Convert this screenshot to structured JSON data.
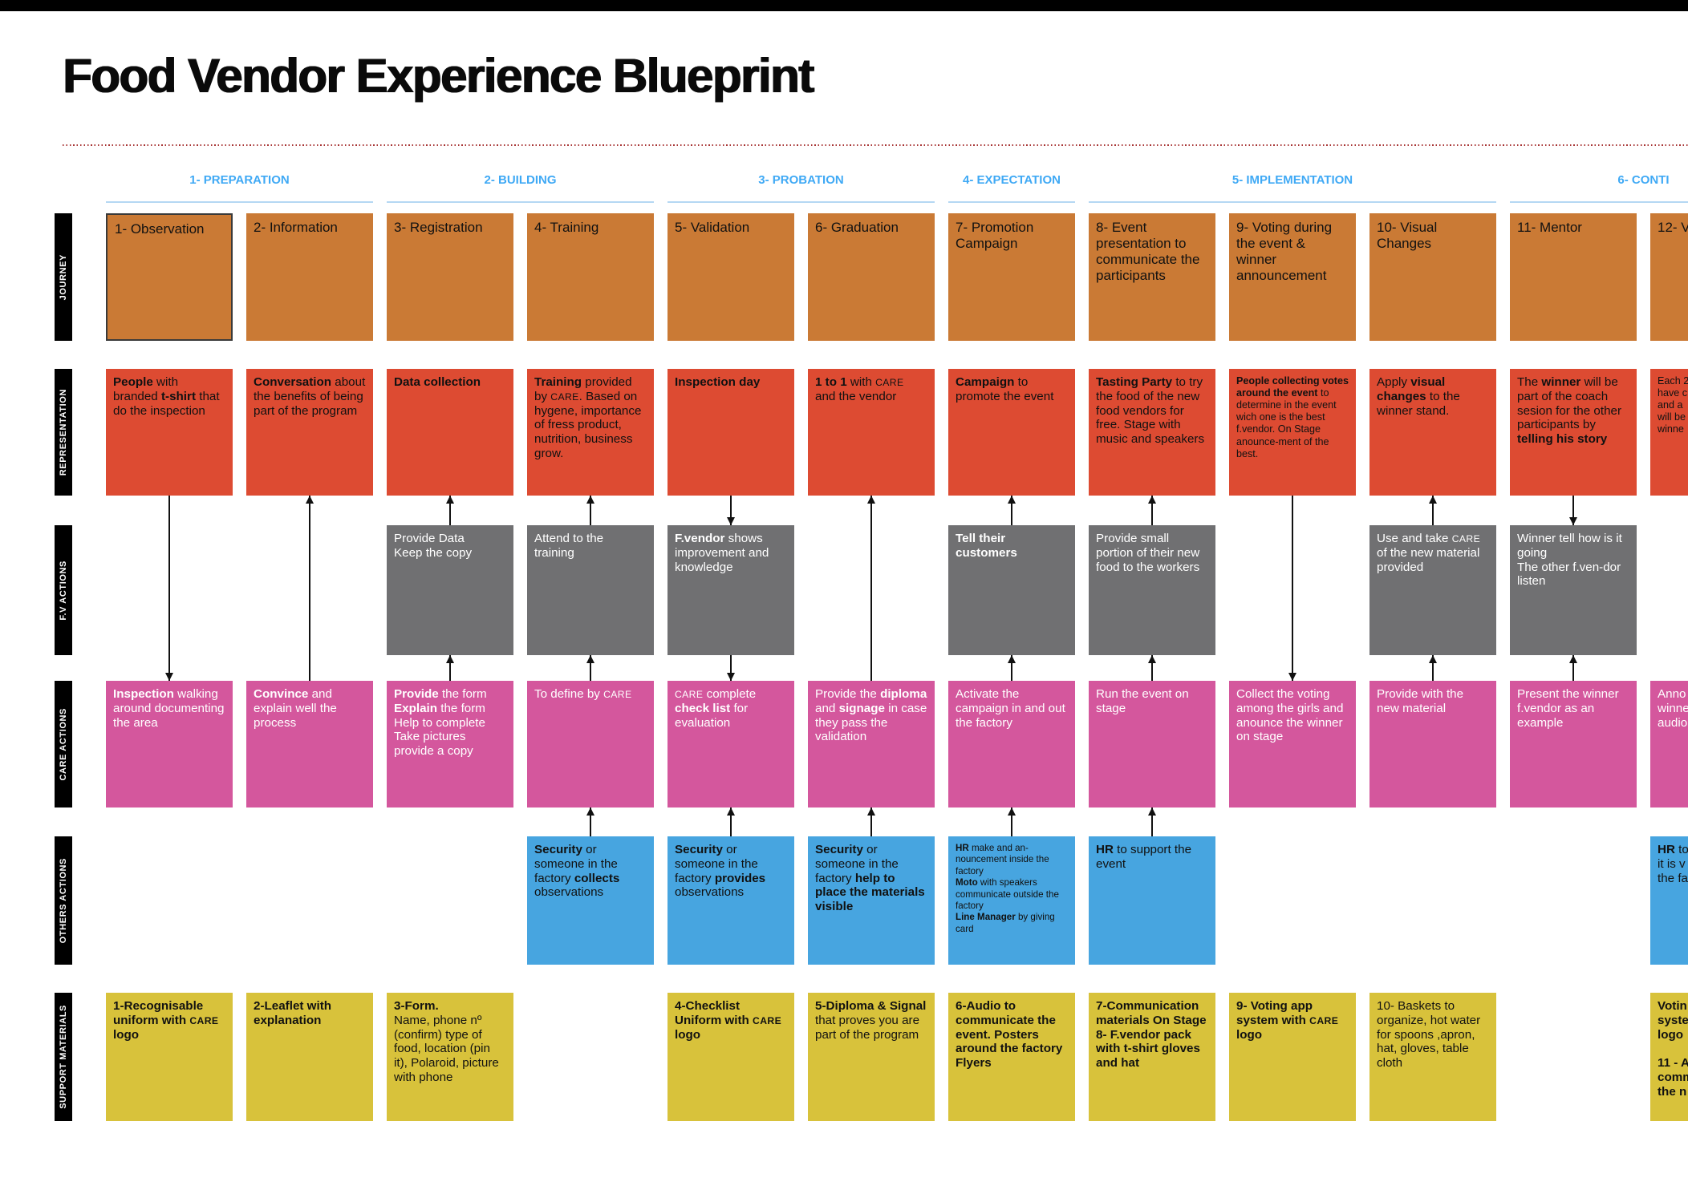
{
  "title": "Food Vendor Experience Blueprint",
  "colors": {
    "journey": "#ca7a35",
    "representation": "#dd4b32",
    "fv": "#707072",
    "care": "#d4579d",
    "others": "#47a5e0",
    "support": "#d8c23b",
    "phase_text": "#3fa9f5",
    "phase_underline": "#b5d8f3",
    "divider_dots": "#a83636",
    "top_bar": "#000000",
    "row_label_bg": "#000000",
    "row_label_text": "#ffffff",
    "arrow": "#111111"
  },
  "rows": [
    {
      "id": "journey",
      "label": "JOURNEY"
    },
    {
      "id": "representation",
      "label": "REPRESENTATION"
    },
    {
      "id": "fv",
      "label": "F.V ACTIONS"
    },
    {
      "id": "care",
      "label": "CARE ACTIONS"
    },
    {
      "id": "others",
      "label": "OTHERS ACTIONS"
    },
    {
      "id": "support",
      "label": "SUPPORT MATERIALS"
    }
  ],
  "phases": [
    {
      "label": "1- PREPARATION",
      "from": 1,
      "to": 2
    },
    {
      "label": "2- BUILDING",
      "from": 3,
      "to": 4
    },
    {
      "label": "3- PROBATION",
      "from": 5,
      "to": 6
    },
    {
      "label": "4- EXPECTATION",
      "from": 7,
      "to": 7
    },
    {
      "label": "5- IMPLEMENTATION",
      "from": 8,
      "to": 10
    },
    {
      "label": "6- CONTI",
      "from": 11,
      "to": 12
    }
  ],
  "boxes": [
    {
      "row": "journey",
      "col": 1,
      "selected": true,
      "seg": [
        {
          "t": "1- Observation"
        }
      ]
    },
    {
      "row": "journey",
      "col": 2,
      "seg": [
        {
          "t": "2- Information"
        }
      ]
    },
    {
      "row": "journey",
      "col": 3,
      "seg": [
        {
          "t": "3- Registration"
        }
      ]
    },
    {
      "row": "journey",
      "col": 4,
      "seg": [
        {
          "t": "4- Training"
        }
      ]
    },
    {
      "row": "journey",
      "col": 5,
      "seg": [
        {
          "t": "5- Validation"
        }
      ]
    },
    {
      "row": "journey",
      "col": 6,
      "seg": [
        {
          "t": "6- Graduation"
        }
      ]
    },
    {
      "row": "journey",
      "col": 7,
      "seg": [
        {
          "t": "7- Promotion Campaign"
        }
      ]
    },
    {
      "row": "journey",
      "col": 8,
      "seg": [
        {
          "t": "8- Event presentation to communicate the participants"
        }
      ]
    },
    {
      "row": "journey",
      "col": 9,
      "seg": [
        {
          "t": "9- Voting during the event & winner announcement"
        }
      ]
    },
    {
      "row": "journey",
      "col": 10,
      "seg": [
        {
          "t": "10- Visual Changes"
        }
      ]
    },
    {
      "row": "journey",
      "col": 11,
      "seg": [
        {
          "t": "11- Mentor"
        }
      ]
    },
    {
      "row": "journey",
      "col": 12,
      "seg": [
        {
          "t": "12- V"
        }
      ]
    },
    {
      "row": "representation",
      "col": 1,
      "seg": [
        {
          "t": "People",
          "b": 1
        },
        {
          "t": " with branded "
        },
        {
          "t": "t-shirt",
          "b": 1
        },
        {
          "t": " that do the inspection"
        }
      ]
    },
    {
      "row": "representation",
      "col": 2,
      "seg": [
        {
          "t": "Conversation",
          "b": 1
        },
        {
          "t": " about the benefits of being part of the program"
        }
      ]
    },
    {
      "row": "representation",
      "col": 3,
      "seg": [
        {
          "t": "Data collection",
          "b": 1
        }
      ]
    },
    {
      "row": "representation",
      "col": 4,
      "seg": [
        {
          "t": "Training",
          "b": 1
        },
        {
          "t": " provided by "
        },
        {
          "t": "CARE",
          "c": 1
        },
        {
          "t": ". Based on hygene, importance of fress product, nutrition, business grow."
        }
      ]
    },
    {
      "row": "representation",
      "col": 5,
      "seg": [
        {
          "t": "Inspection day",
          "b": 1
        }
      ]
    },
    {
      "row": "representation",
      "col": 6,
      "seg": [
        {
          "t": "1 to 1",
          "b": 1
        },
        {
          "t": " with "
        },
        {
          "t": "CARE",
          "c": 1
        },
        {
          "t": " and the vendor"
        }
      ]
    },
    {
      "row": "representation",
      "col": 7,
      "seg": [
        {
          "t": "Campaign",
          "b": 1
        },
        {
          "t": " to promote the event"
        }
      ]
    },
    {
      "row": "representation",
      "col": 8,
      "seg": [
        {
          "t": "Tasting Party",
          "b": 1
        },
        {
          "t": " to try the food of the new food vendors for free. Stage with music and speakers"
        }
      ]
    },
    {
      "row": "representation",
      "col": 9,
      "size": "sm",
      "seg": [
        {
          "t": "People collecting votes around the event",
          "b": 1
        },
        {
          "t": " to determine in the event wich one is the best f.vendor. On Stage anounce-ment of the best."
        }
      ]
    },
    {
      "row": "representation",
      "col": 10,
      "seg": [
        {
          "t": "Apply "
        },
        {
          "t": "visual changes",
          "b": 1
        },
        {
          "t": " to the winner stand."
        }
      ]
    },
    {
      "row": "representation",
      "col": 11,
      "seg": [
        {
          "t": "The "
        },
        {
          "t": "winner",
          "b": 1
        },
        {
          "t": " will be part of the coach sesion for the other participants by "
        },
        {
          "t": "telling his story",
          "b": 1
        }
      ]
    },
    {
      "row": "representation",
      "col": 12,
      "size": "sm",
      "seg": [
        {
          "t": "Each 2\nhave c\nand a\nwill be\nwinne"
        }
      ]
    },
    {
      "row": "fv",
      "col": 3,
      "seg": [
        {
          "t": "Provide Data\nKeep the copy"
        }
      ]
    },
    {
      "row": "fv",
      "col": 4,
      "seg": [
        {
          "t": "Attend to the training"
        }
      ]
    },
    {
      "row": "fv",
      "col": 5,
      "seg": [
        {
          "t": "F.vendor",
          "b": 1
        },
        {
          "t": " shows improvement and knowledge"
        }
      ]
    },
    {
      "row": "fv",
      "col": 7,
      "seg": [
        {
          "t": "Tell their customers",
          "b": 1
        }
      ]
    },
    {
      "row": "fv",
      "col": 8,
      "seg": [
        {
          "t": "Provide small portion of their new food to the workers"
        }
      ]
    },
    {
      "row": "fv",
      "col": 10,
      "seg": [
        {
          "t": "Use and take "
        },
        {
          "t": "CARE",
          "c": 1
        },
        {
          "t": " of the new material provided"
        }
      ]
    },
    {
      "row": "fv",
      "col": 11,
      "seg": [
        {
          "t": "Winner tell how is it going\nThe other  f.ven-dor listen"
        }
      ]
    },
    {
      "row": "care",
      "col": 1,
      "seg": [
        {
          "t": "Inspection",
          "b": 1
        },
        {
          "t": " walking around documenting the area"
        }
      ]
    },
    {
      "row": "care",
      "col": 2,
      "seg": [
        {
          "t": "Convince",
          "b": 1
        },
        {
          "t": " and explain well the process"
        }
      ]
    },
    {
      "row": "care",
      "col": 3,
      "seg": [
        {
          "t": "Provide",
          "b": 1
        },
        {
          "t": " the form\n"
        },
        {
          "t": "Explain",
          "b": 1
        },
        {
          "t": " the form\nHelp to complete\nTake pictures\nprovide a copy"
        }
      ]
    },
    {
      "row": "care",
      "col": 4,
      "seg": [
        {
          "t": "To define by "
        },
        {
          "t": "CARE",
          "c": 1
        }
      ]
    },
    {
      "row": "care",
      "col": 5,
      "seg": [
        {
          "t": "CARE",
          "c": 1
        },
        {
          "t": " complete "
        },
        {
          "t": "check list",
          "b": 1
        },
        {
          "t": " for evaluation"
        }
      ]
    },
    {
      "row": "care",
      "col": 6,
      "seg": [
        {
          "t": "Provide the "
        },
        {
          "t": "diploma",
          "b": 1
        },
        {
          "t": " and "
        },
        {
          "t": "signage",
          "b": 1
        },
        {
          "t": " in case they pass the validation"
        }
      ]
    },
    {
      "row": "care",
      "col": 7,
      "seg": [
        {
          "t": "Activate the campaign in and out the factory"
        }
      ]
    },
    {
      "row": "care",
      "col": 8,
      "seg": [
        {
          "t": "Run the event on stage"
        }
      ]
    },
    {
      "row": "care",
      "col": 9,
      "seg": [
        {
          "t": "Collect the voting among the girls and anounce the winner on stage"
        }
      ]
    },
    {
      "row": "care",
      "col": 10,
      "seg": [
        {
          "t": "Provide with the new material"
        }
      ]
    },
    {
      "row": "care",
      "col": 11,
      "seg": [
        {
          "t": "Present the winner f.vendor as an example"
        }
      ]
    },
    {
      "row": "care",
      "col": 12,
      "seg": [
        {
          "t": "Anno\nwinne\naudio"
        }
      ]
    },
    {
      "row": "others",
      "col": 4,
      "seg": [
        {
          "t": "Security",
          "b": 1
        },
        {
          "t": " or someone in the factory "
        },
        {
          "t": "collects",
          "b": 1
        },
        {
          "t": " observations"
        }
      ]
    },
    {
      "row": "others",
      "col": 5,
      "seg": [
        {
          "t": "Security",
          "b": 1
        },
        {
          "t": " or someone in the factory "
        },
        {
          "t": "provides",
          "b": 1
        },
        {
          "t": " observations"
        }
      ]
    },
    {
      "row": "others",
      "col": 6,
      "seg": [
        {
          "t": "Security",
          "b": 1
        },
        {
          "t": " or someone in the factory "
        },
        {
          "t": "help to place the materials visible",
          "b": 1
        }
      ]
    },
    {
      "row": "others",
      "col": 7,
      "size": "xs",
      "seg": [
        {
          "t": "HR",
          "b": 1
        },
        {
          "t": " make and an-nouncement inside the factory\n"
        },
        {
          "t": "Moto",
          "b": 1
        },
        {
          "t": " with speakers communicate outside the factory\n"
        },
        {
          "t": "Line Manager",
          "b": 1
        },
        {
          "t": " by giving card"
        }
      ]
    },
    {
      "row": "others",
      "col": 8,
      "seg": [
        {
          "t": "HR",
          "b": 1
        },
        {
          "t": " to support the event"
        }
      ]
    },
    {
      "row": "others",
      "col": 12,
      "seg": [
        {
          "t": "HR",
          "b": 1
        },
        {
          "t": " to\nit is v\nthe fa"
        }
      ]
    },
    {
      "row": "support",
      "col": 1,
      "seg": [
        {
          "t": "1-Recognisable uniform with ",
          "b": 1
        },
        {
          "t": "CARE",
          "b": 1,
          "c": 1
        },
        {
          "t": " logo",
          "b": 1
        }
      ]
    },
    {
      "row": "support",
      "col": 2,
      "seg": [
        {
          "t": "2-Leaflet with explanation",
          "b": 1
        }
      ]
    },
    {
      "row": "support",
      "col": 3,
      "seg": [
        {
          "t": "3-Form.",
          "b": 1
        },
        {
          "t": "\nName, phone nº (confirm) type of food, location (pin it), Polaroid, picture with phone"
        }
      ]
    },
    {
      "row": "support",
      "col": 5,
      "seg": [
        {
          "t": "4-Checklist Uniform with ",
          "b": 1
        },
        {
          "t": "CARE",
          "b": 1,
          "c": 1
        },
        {
          "t": " logo",
          "b": 1
        }
      ]
    },
    {
      "row": "support",
      "col": 6,
      "seg": [
        {
          "t": "5-Diploma & Signal",
          "b": 1
        },
        {
          "t": " that proves you are part of the program"
        }
      ]
    },
    {
      "row": "support",
      "col": 7,
      "seg": [
        {
          "t": "6-Audio to communicate the event. Posters around the factory\nFlyers",
          "b": 1
        }
      ]
    },
    {
      "row": "support",
      "col": 8,
      "seg": [
        {
          "t": "7-Communication materials On Stage\n8- F.vendor pack with t-shirt gloves and hat",
          "b": 1
        }
      ]
    },
    {
      "row": "support",
      "col": 9,
      "seg": [
        {
          "t": "9- Voting app system with ",
          "b": 1
        },
        {
          "t": "CARE",
          "b": 1,
          "c": 1
        },
        {
          "t": " logo",
          "b": 1
        }
      ]
    },
    {
      "row": "support",
      "col": 10,
      "seg": [
        {
          "t": "10- Baskets to organize, hot water for spoons ,apron, hat, gloves, table cloth"
        }
      ]
    },
    {
      "row": "support",
      "col": 12,
      "seg": [
        {
          "t": "Votin\nsyste\nlogo\n\n11 - A\ncomm\nthe n",
          "b": 1
        }
      ]
    }
  ],
  "arrows": [
    {
      "col": 1,
      "from": "representation",
      "to": "care",
      "head": "down"
    },
    {
      "col": 2,
      "from": "representation",
      "to": "care",
      "head": "up"
    },
    {
      "col": 3,
      "from": "representation",
      "to": "fv",
      "head": "up"
    },
    {
      "col": 3,
      "from": "fv",
      "to": "care",
      "head": "up"
    },
    {
      "col": 4,
      "from": "representation",
      "to": "fv",
      "head": "up"
    },
    {
      "col": 4,
      "from": "fv",
      "to": "care",
      "head": "up"
    },
    {
      "col": 4,
      "from": "care",
      "to": "others",
      "head": "up"
    },
    {
      "col": 5,
      "from": "representation",
      "to": "fv",
      "head": "down"
    },
    {
      "col": 5,
      "from": "fv",
      "to": "care",
      "head": "down"
    },
    {
      "col": 5,
      "from": "care",
      "to": "others",
      "head": "up"
    },
    {
      "col": 6,
      "from": "representation",
      "to": "care",
      "head": "up"
    },
    {
      "col": 6,
      "from": "care",
      "to": "others",
      "head": "up"
    },
    {
      "col": 7,
      "from": "representation",
      "to": "fv",
      "head": "up"
    },
    {
      "col": 7,
      "from": "fv",
      "to": "care",
      "head": "up"
    },
    {
      "col": 7,
      "from": "care",
      "to": "others",
      "head": "up"
    },
    {
      "col": 8,
      "from": "representation",
      "to": "fv",
      "head": "up"
    },
    {
      "col": 8,
      "from": "fv",
      "to": "care",
      "head": "up"
    },
    {
      "col": 8,
      "from": "care",
      "to": "others",
      "head": "up"
    },
    {
      "col": 9,
      "from": "representation",
      "to": "care",
      "head": "down"
    },
    {
      "col": 10,
      "from": "representation",
      "to": "fv",
      "head": "up"
    },
    {
      "col": 10,
      "from": "fv",
      "to": "care",
      "head": "up"
    },
    {
      "col": 11,
      "from": "representation",
      "to": "fv",
      "head": "down"
    },
    {
      "col": 11,
      "from": "fv",
      "to": "care",
      "head": "up"
    }
  ]
}
